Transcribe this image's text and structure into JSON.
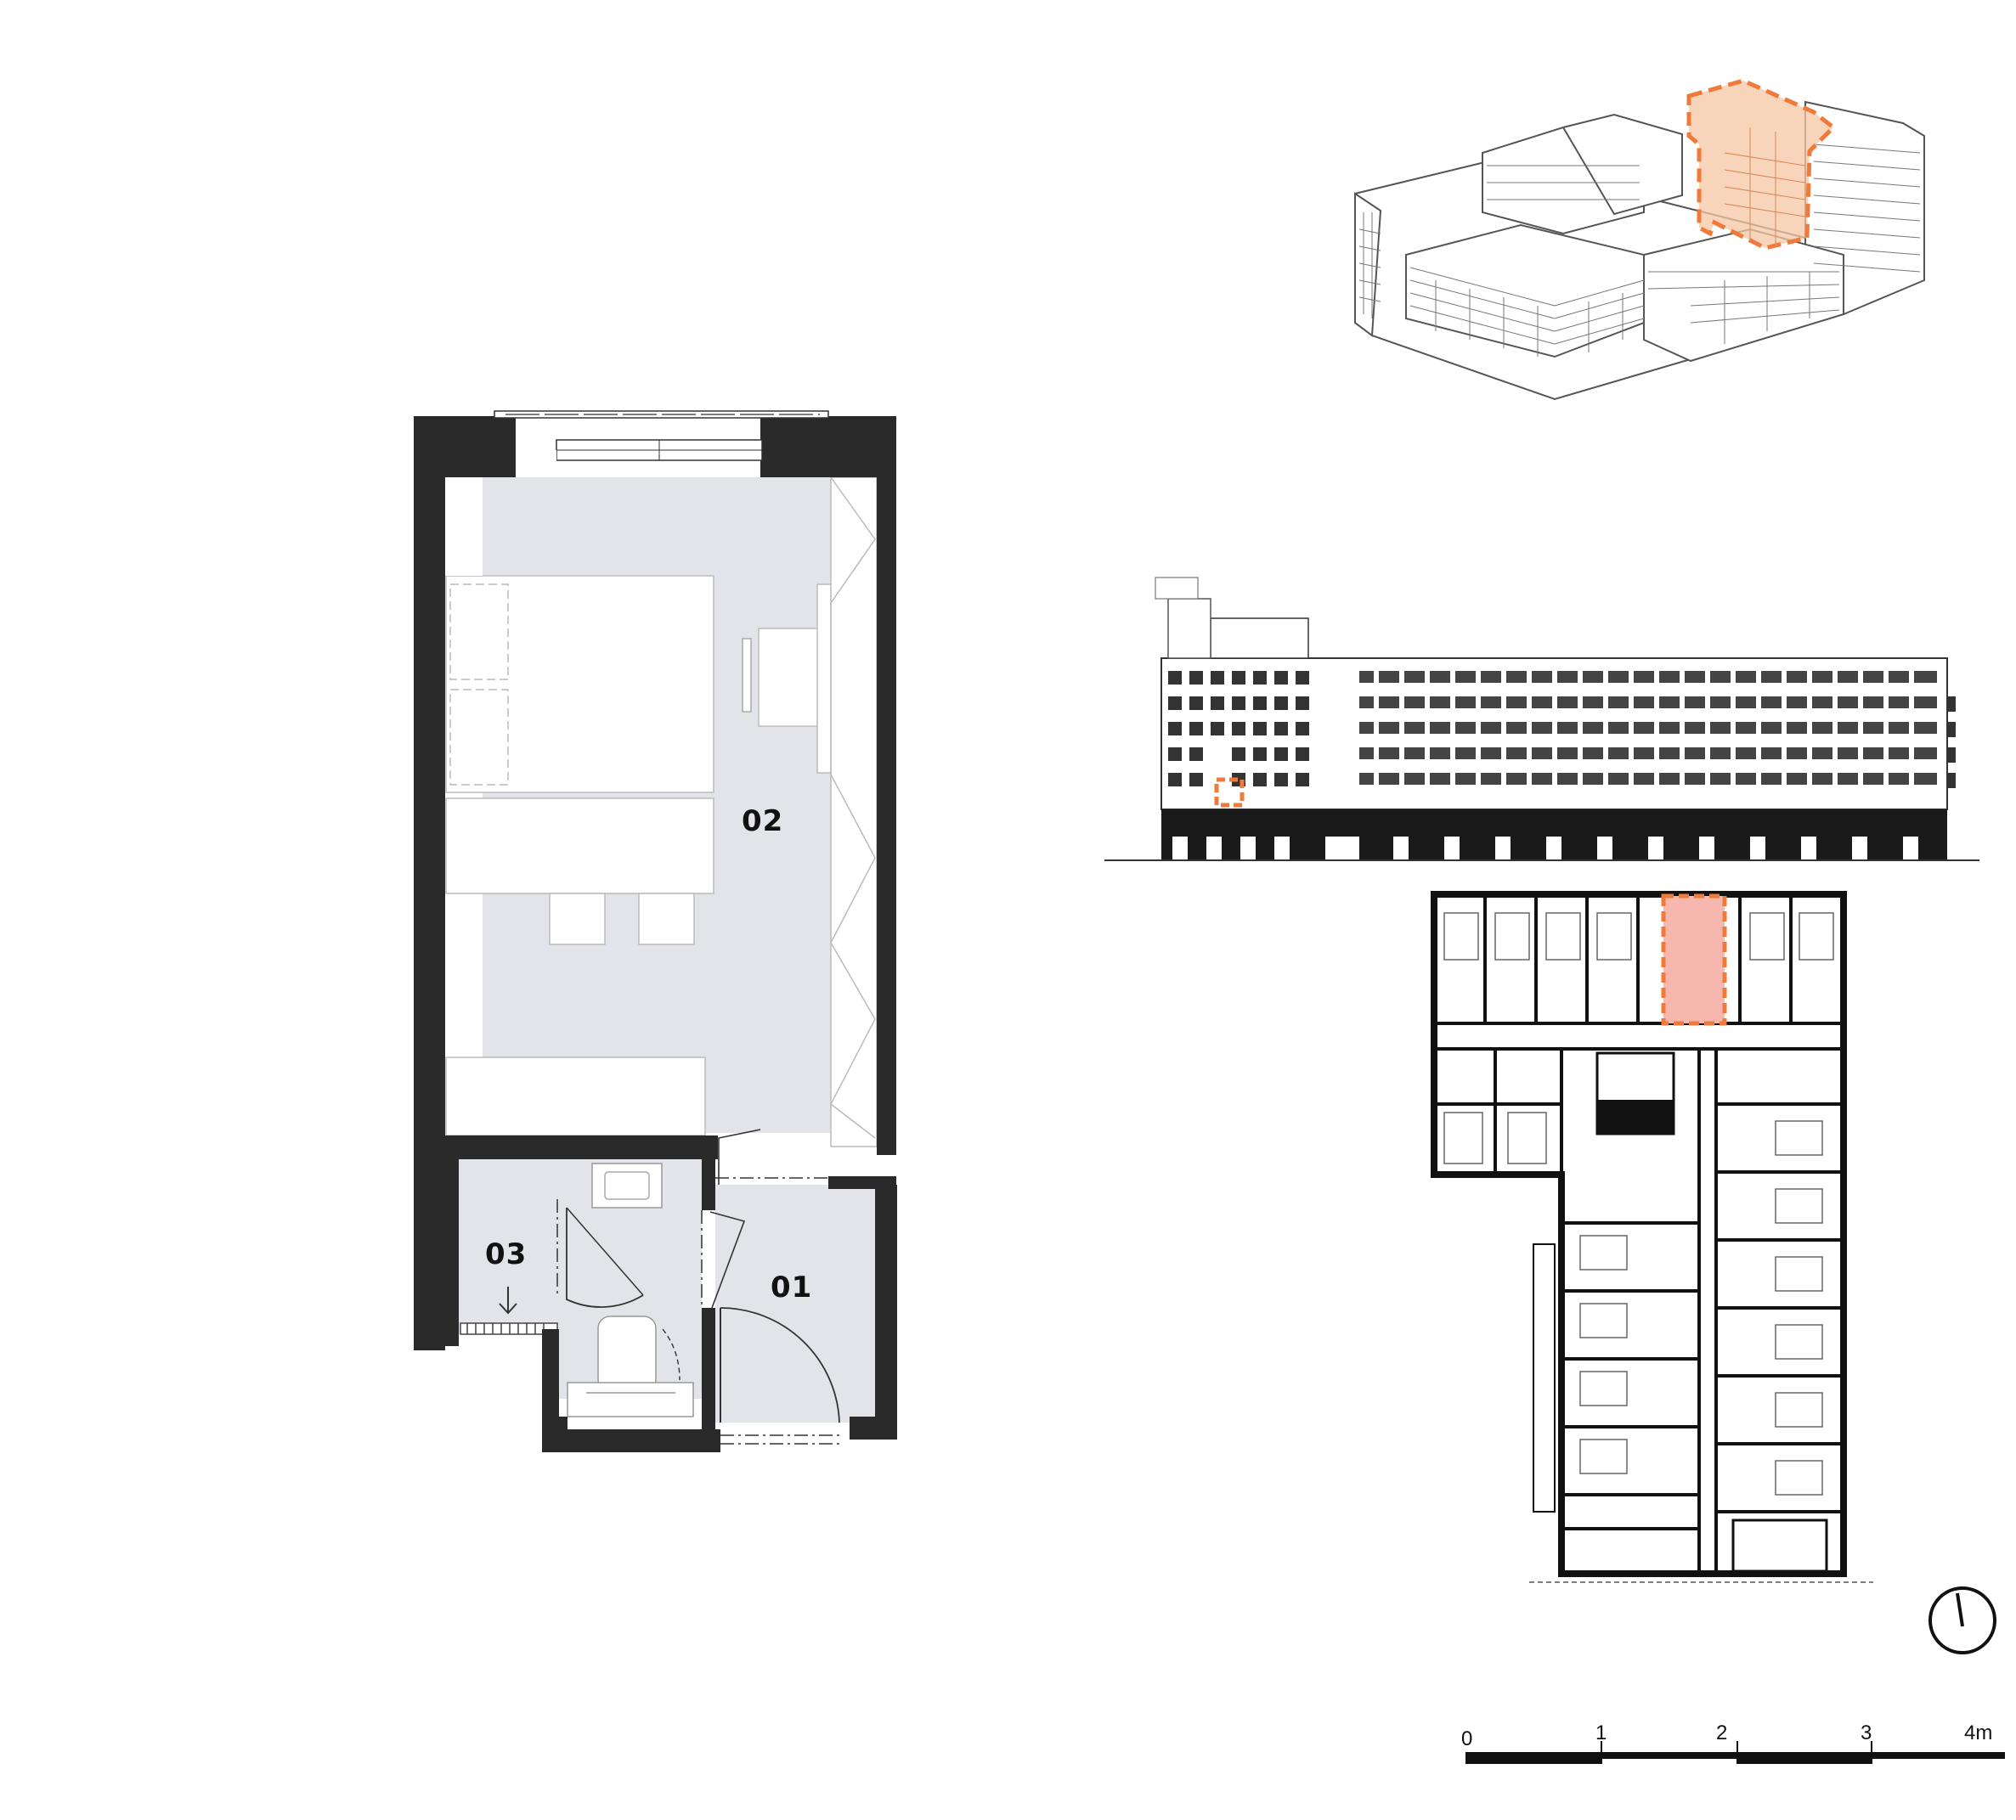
{
  "rooms": [
    {
      "id": "01",
      "label": "01"
    },
    {
      "id": "02",
      "label": "02"
    },
    {
      "id": "03",
      "label": "03"
    }
  ],
  "scale_bar": {
    "labels": [
      "0",
      "1",
      "2",
      "3",
      "4m"
    ]
  },
  "colors": {
    "highlight_stroke": "#f07a3a",
    "highlight_fill": "#f6c7a3",
    "highlight_fill_plan": "#f5b7ae",
    "room_fill": "#e3e4e9",
    "wall": "#2a2a2a"
  },
  "icons": {
    "north_arrow": "compass-north-icon",
    "down_arrow": "arrow-down-icon"
  }
}
